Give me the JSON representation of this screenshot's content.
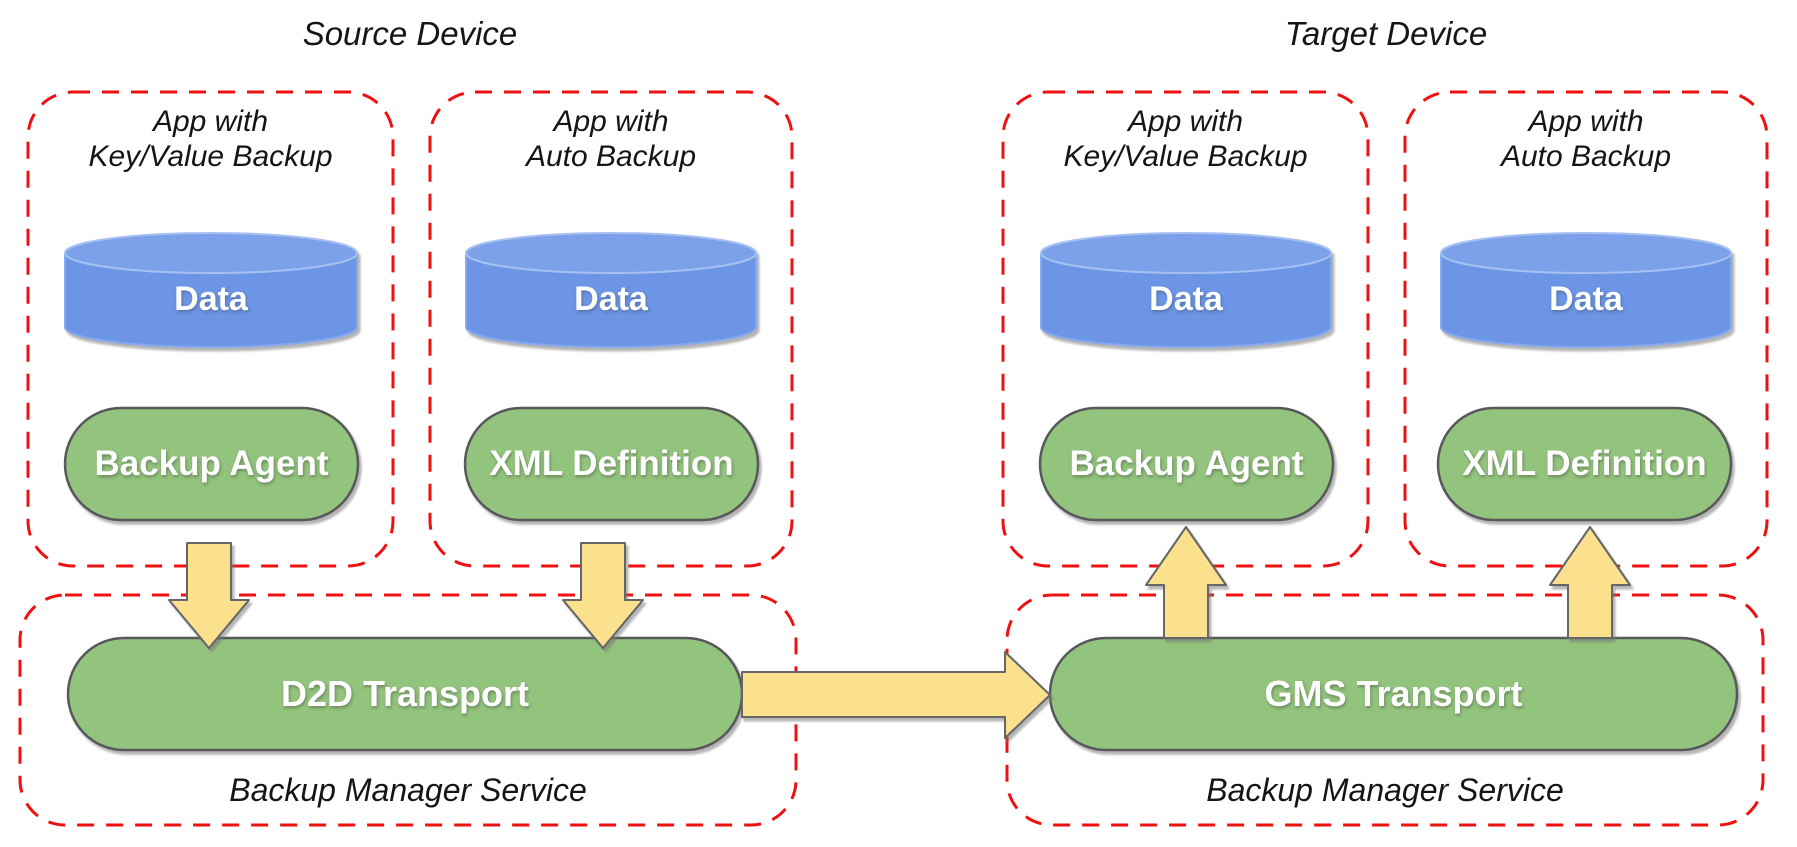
{
  "diagram": {
    "source": {
      "title": "Source Device",
      "app_kv": {
        "line1": "App with",
        "line2": "Key/Value Backup",
        "data": "Data",
        "component": "Backup Agent"
      },
      "app_auto": {
        "line1": "App with",
        "line2": "Auto Backup",
        "data": "Data",
        "component": "XML Definition"
      },
      "bms": {
        "transport": "D2D Transport",
        "label": "Backup Manager Service"
      }
    },
    "target": {
      "title": "Target Device",
      "app_kv": {
        "line1": "App with",
        "line2": "Key/Value Backup",
        "data": "Data",
        "component": "Backup Agent"
      },
      "app_auto": {
        "line1": "App with",
        "line2": "Auto Backup",
        "data": "Data",
        "component": "XML Definition"
      },
      "bms": {
        "transport": "GMS Transport",
        "label": "Backup Manager Service"
      }
    },
    "colors": {
      "dashed_border": "#ee1111",
      "node_green": "#93c47d",
      "node_border": "#58595b",
      "cylinder_blue": "#6c96e5",
      "cylinder_top_blue": "#7ba1ea",
      "arrow_yellow": "#fbe08d",
      "arrow_border": "#666666"
    }
  }
}
